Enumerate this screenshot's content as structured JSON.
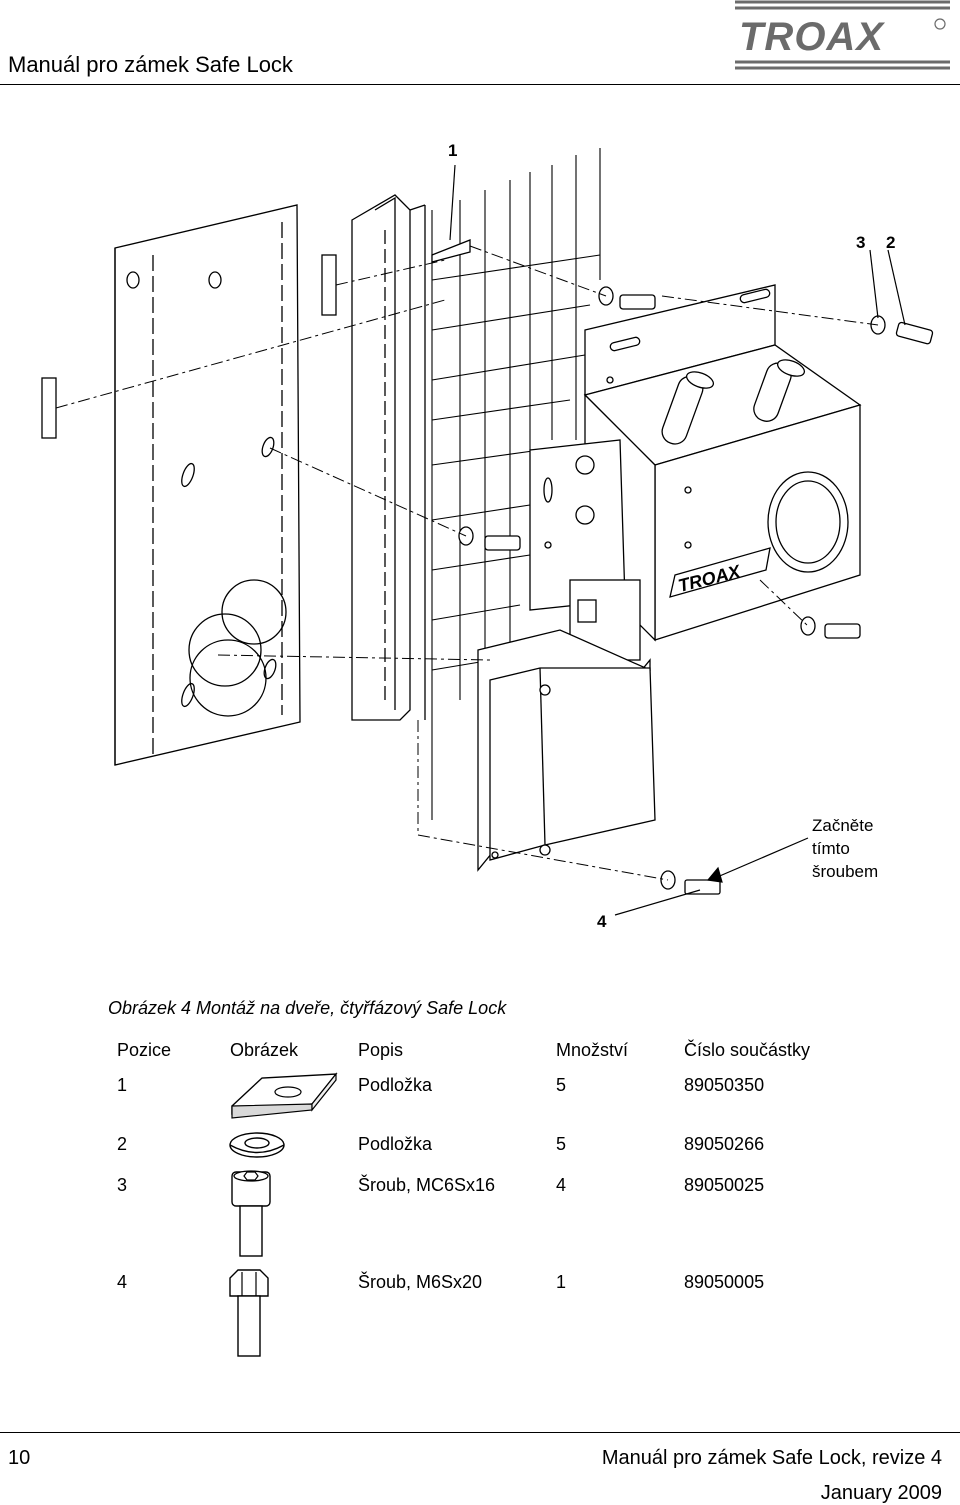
{
  "header": {
    "title": "Manuál pro zámek Safe Lock",
    "logo_text": "TROAX"
  },
  "figure": {
    "callouts": {
      "c1": "1",
      "c2": "2",
      "c3": "3",
      "c4": "4"
    },
    "start_note": [
      "Začněte",
      "tímto",
      "šroubem"
    ],
    "caption": "Obrázek 4 Montáž na dveře, čtyřfázový Safe Lock"
  },
  "table": {
    "headers": {
      "pos": "Pozice",
      "img": "Obrázek",
      "desc": "Popis",
      "qty": "Množství",
      "part": "Číslo součástky"
    },
    "rows": [
      {
        "pos": "1",
        "desc": "Podložka",
        "qty": "5",
        "part": "89050350",
        "icon": "plate-washer-icon"
      },
      {
        "pos": "2",
        "desc": "Podložka",
        "qty": "5",
        "part": "89050266",
        "icon": "flat-washer-icon"
      },
      {
        "pos": "3",
        "desc": "Šroub, MC6Sx16",
        "qty": "4",
        "part": "89050025",
        "icon": "socket-screw-icon"
      },
      {
        "pos": "4",
        "desc": "Šroub, M6Sx20",
        "qty": "1",
        "part": "89050005",
        "icon": "hex-bolt-icon"
      }
    ]
  },
  "footer": {
    "page_number": "10",
    "title": "Manuál pro zámek Safe Lock, revize 4",
    "date": "January 2009"
  }
}
